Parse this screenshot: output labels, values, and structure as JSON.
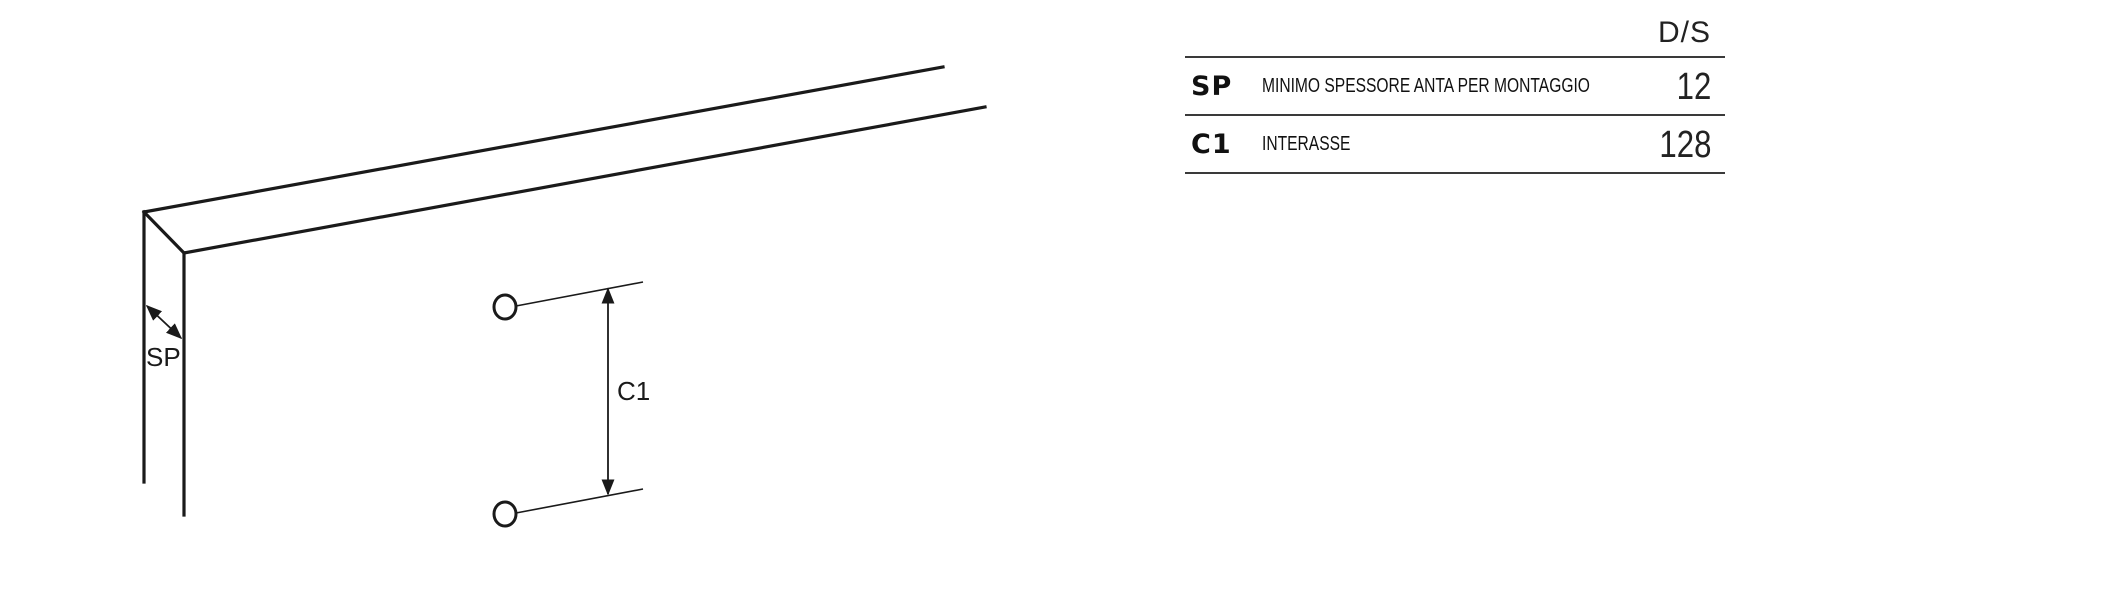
{
  "diagram": {
    "labels": {
      "sp": "SP",
      "c1": "C1"
    }
  },
  "table": {
    "header": "D/S",
    "rows": [
      {
        "code": "SP",
        "description": "MINIMO SPESSORE ANTA PER MONTAGGIO",
        "value": "12"
      },
      {
        "code": "C1",
        "description": "INTERASSE",
        "value": "128"
      }
    ]
  }
}
